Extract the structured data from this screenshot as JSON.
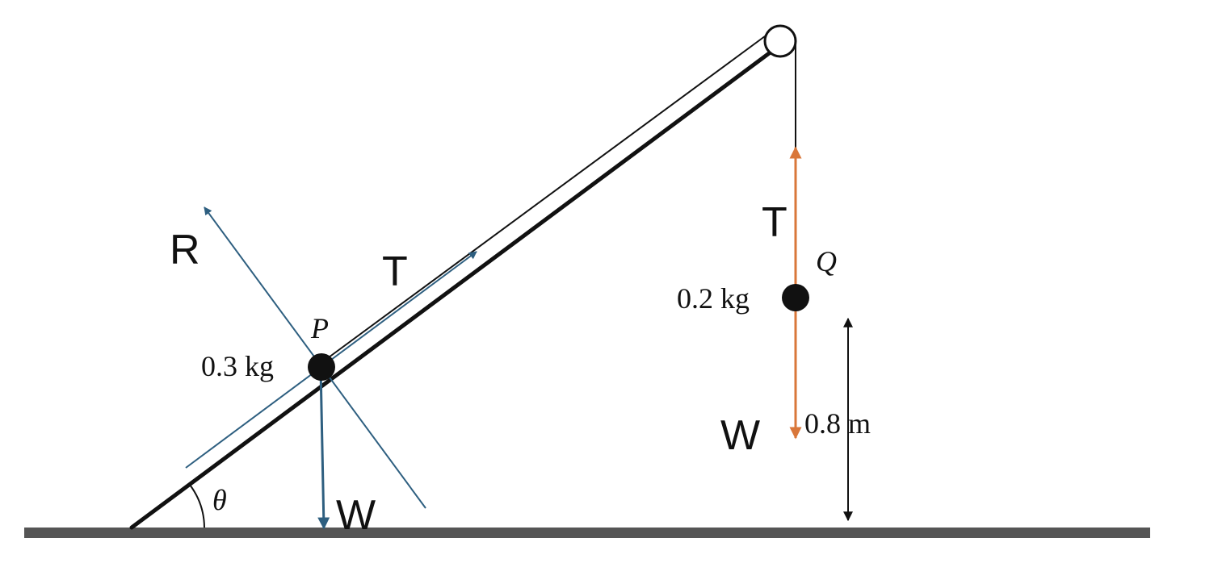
{
  "colors": {
    "force_blue": "#2e5f80",
    "force_orange": "#d9773a",
    "ground": "#555555",
    "ink": "#111111"
  },
  "particle_p": {
    "name": "P",
    "mass": "0.3 kg"
  },
  "particle_q": {
    "name": "Q",
    "mass": "0.2 kg"
  },
  "height_label": "0.8 m",
  "angle_label": "θ",
  "forces_p": {
    "reaction": "R",
    "tension": "T",
    "weight": "W"
  },
  "forces_q": {
    "tension": "T",
    "weight": "W"
  }
}
